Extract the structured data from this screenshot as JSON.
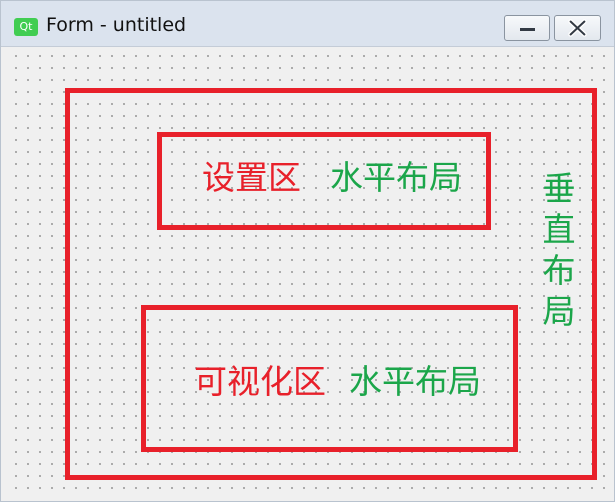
{
  "window": {
    "title": "Form - untitled",
    "logo_text": "Qt",
    "logo_color": "#41cd52"
  },
  "titlebar_buttons": {
    "minimize_icon": "minimize-icon",
    "close_icon": "close-icon"
  },
  "annotations": {
    "settings_area": "设置区",
    "settings_layout": "水平布局",
    "visual_area": "可视化区",
    "visual_layout": "水平布局",
    "outer_layout": "垂直布局"
  },
  "colors": {
    "frame_red": "#e8202a",
    "label_green": "#1ba64a",
    "canvas_bg": "#f0f0f0"
  }
}
